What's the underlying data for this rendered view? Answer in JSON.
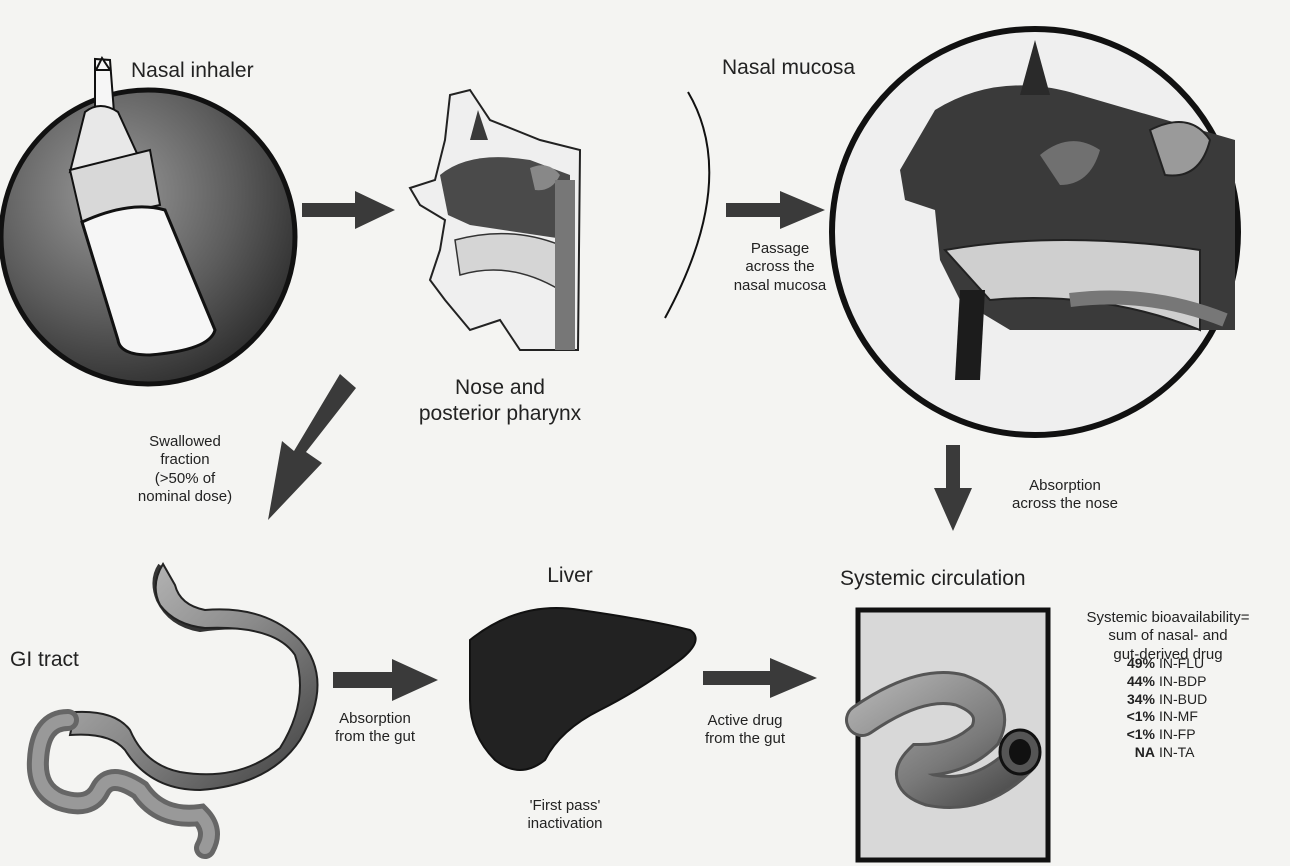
{
  "labels": {
    "nasal_inhaler": "Nasal inhaler",
    "nose_pharynx": "Nose and\nposterior pharynx",
    "nasal_mucosa": "Nasal mucosa",
    "passage": "Passage\nacross the\nnasal mucosa",
    "swallowed": "Swallowed\nfraction\n(>50% of\nnominal dose)",
    "absorption_nose": "Absorption\nacross the nose",
    "gi_tract": "GI tract",
    "liver": "Liver",
    "systemic_circulation": "Systemic circulation",
    "absorption_gut": "Absorption\nfrom the gut",
    "active_drug": "Active drug\nfrom the gut",
    "first_pass": "'First pass'\ninactivation",
    "bioavailability": "Systemic bioavailability=\nsum of nasal- and\ngut-derived drug"
  },
  "bioavailability_list": [
    {
      "pct": "49%",
      "drug": "IN-FLU"
    },
    {
      "pct": "44%",
      "drug": "IN-BDP"
    },
    {
      "pct": "34%",
      "drug": "IN-BUD"
    },
    {
      "pct": "<1%",
      "drug": "IN-MF"
    },
    {
      "pct": "<1%",
      "drug": "IN-FP"
    },
    {
      "pct": "NA",
      "drug": "IN-TA"
    }
  ]
}
